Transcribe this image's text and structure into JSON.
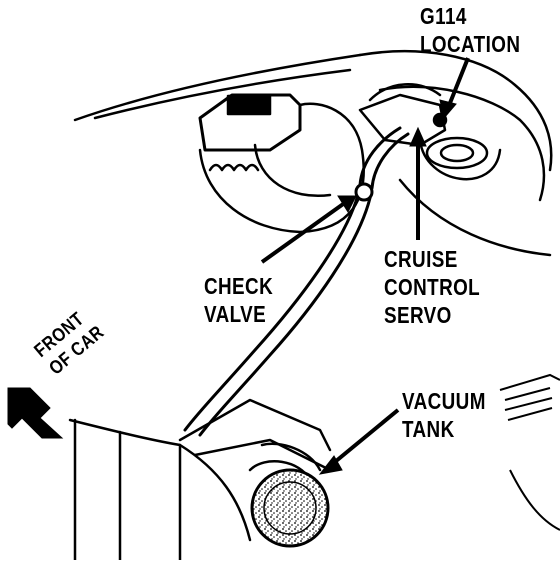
{
  "labels": {
    "g114_location": [
      "G114",
      "LOCATION"
    ],
    "check_valve": [
      "CHECK",
      "VALVE"
    ],
    "cruise_control_servo": [
      "CRUISE",
      "CONTROL",
      "SERVO"
    ],
    "vacuum_tank": [
      "VACUUM",
      "TANK"
    ],
    "front_of_car": [
      "FRONT",
      "OF CAR"
    ]
  },
  "colors": {
    "ink": "#000000",
    "paper": "#ffffff"
  }
}
